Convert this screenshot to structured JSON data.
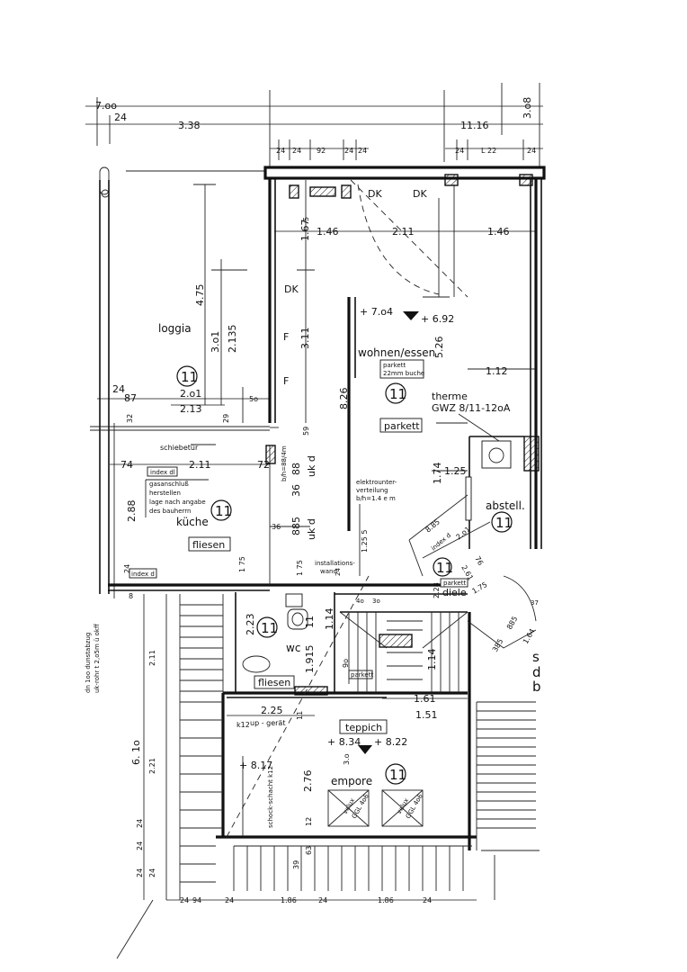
{
  "dimensions": {
    "top_total": "7.oo",
    "top_24": "24",
    "top_338": "3.38",
    "top_1116": "11.16",
    "top_308": "3.o8",
    "t_24a": "24",
    "t_24b": "24",
    "t_92": "92",
    "t_24c": "24",
    "t_24d": "24",
    "t_24e": "24",
    "t_l225": "L 22",
    "t_24f": "24",
    "d_146a": "1.46",
    "d_211a": "2.11",
    "d_146b": "1.46",
    "d_167": "1.67",
    "d_5": "5",
    "d_475": "4.75",
    "d_2135a": "2.135",
    "d_3o1": "3.o1",
    "d_311": "3.11",
    "d_826": "8.26",
    "d_526": "5.26",
    "d_112": "1.12",
    "d_24": "24",
    "d_87": "87",
    "d_2o1": "2.o1",
    "d_2135b": "2.13",
    "d_5o": "5o",
    "d_32": "32",
    "d_29": "29",
    "d_59": "59",
    "d_74": "74",
    "d_211b": "2.11",
    "d_72": "72",
    "d_88a": "88",
    "d_36a": "36",
    "d_174": "1.74",
    "d_125": "1.25",
    "d_288": "2.88",
    "d_36b": "36",
    "d_885a": "885",
    "d_885b": "8.85",
    "d_2o1b": "2.o1",
    "d_76": "76",
    "d_261": "2.61",
    "d_24b": "24",
    "d_175a": "1 75",
    "d_175b": "1 75",
    "d_175c": "1.75",
    "d_1255": "1.25 5",
    "d_228": "2.28",
    "d_223": "2.23",
    "d_11": "11",
    "d_114a": "1.14",
    "d_114b": "1.14",
    "d_1915": "1.915",
    "d_9o": "9o",
    "d_161": "1.61",
    "d_151": "1.51",
    "d_225": "2.25",
    "d_115": "11",
    "d_276": "2.76",
    "d_12": "12",
    "d_63": "63",
    "d_39": "39",
    "d_385": "385",
    "d_885c": "885",
    "d_164": "1.64",
    "d_61o": "6. 1o",
    "d_2115": "2.11",
    "d_2215": "2.21",
    "d_8": "8",
    "d_3o": "3.o",
    "b_94": "94",
    "b_24a": "24",
    "b_186a": "1.86",
    "b_24b": "24",
    "b_24c": "24",
    "b_186b": "1.86",
    "b_24d": "24",
    "b_24e": "24",
    "b_24f": "24",
    "b_24g": "24",
    "b_24h": "24"
  },
  "rooms": {
    "loggia": "loggia",
    "loggia_num": "11",
    "wohnen": "wohnen/essen",
    "wohnen_num": "11",
    "kueche": "küche",
    "kueche_num": "11",
    "abstell": "abstell.",
    "abstell_num": "11",
    "diele": "diele",
    "diele_num": "11",
    "wc": "wc",
    "wc_num": "11",
    "empore": "empore",
    "empore_num": "11"
  },
  "labels": {
    "dk1": "DK",
    "dk2": "DK",
    "dk3": "DK",
    "f1": "F",
    "f2": "F",
    "elev_704": "+ 7.o4",
    "elev_692": "+ 6.92",
    "parkett_box1": "parkett",
    "parkett_box2": "22mm buche",
    "parkett_main": "parkett",
    "therme": "therme",
    "therme_model": "GWZ 8/11-12oA",
    "schiebetuer": "schiebetür",
    "index_d1": "index dl",
    "index_d2": "index d",
    "index_d3": "index d",
    "gas1": "gasanschluß",
    "gas2": "herstellen",
    "gas3": "lage nach angabe",
    "gas4": "des bauherrn",
    "fliesen_k": "fliesen",
    "bh_88": "b/h=88/4m",
    "ukd1": "uk d",
    "ukd2": "uk d",
    "elektro1": "elektrounter-",
    "elektro2": "verteilung",
    "elektro3": "b/h=1.4 e m",
    "install1": "installations-",
    "install2": "wand",
    "parkett_small1": "parkett",
    "parkett_small2": "parkett",
    "fliesen_wc": "fliesen",
    "teppich": "teppich",
    "up_gerat": "up - gerät",
    "k12": "k12",
    "elev_834": "+ 8.34",
    "elev_822": "+ 8.22",
    "elev_817": "+ 8.17",
    "schock": "schock-schacht k12",
    "velux1": "velux",
    "velux1b": "GGL 4o6",
    "velux2": "velux",
    "velux2b": "GGL 4o6",
    "edge_text1": "dn 1oo dunstabzug",
    "edge_text2": "uk-rohr t 2,o5m ü okff",
    "right_s": "s",
    "right_d": "d",
    "right_b": "b",
    "small_4o": "4o",
    "small_3o": "3o",
    "small_24r": "24",
    "small_37": "37",
    "index_d_right": "index d"
  }
}
